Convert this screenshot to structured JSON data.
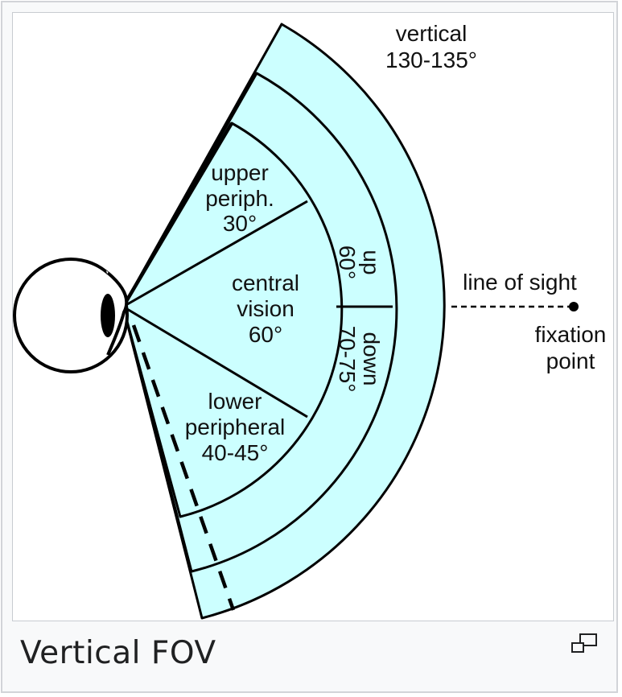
{
  "figure": {
    "caption": "Vertical FOV",
    "enlarge_icon": "enlarge-icon",
    "labels": {
      "vertical_line1": "vertical",
      "vertical_line2": "130-135°",
      "upper_line1": "upper",
      "upper_line2": "periph.",
      "upper_line3": "30°",
      "central_line1": "central",
      "central_line2": "vision",
      "central_line3": "60°",
      "lower_line1": "lower",
      "lower_line2": "peripheral",
      "lower_line3": "40-45°",
      "up_line1": "up",
      "up_line2": "60°",
      "down_line1": "down",
      "down_line2": "70-75°",
      "line_of_sight": "line of sight",
      "fixation_line1": "fixation",
      "fixation_line2": "point"
    },
    "colors": {
      "fill": "#ccffff",
      "stroke": "#000000"
    }
  }
}
